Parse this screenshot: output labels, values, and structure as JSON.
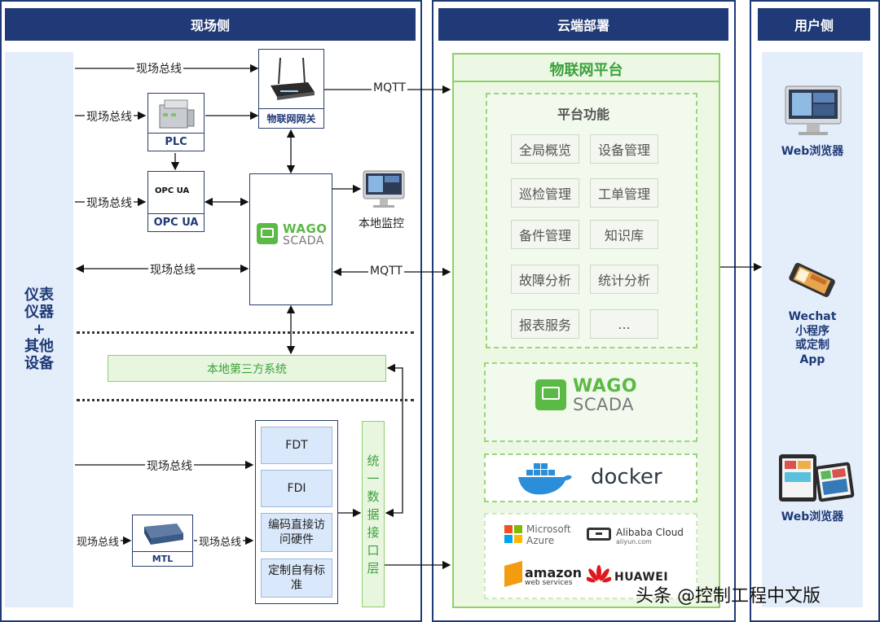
{
  "columns": {
    "field": "现场侧",
    "cloud": "云端部署",
    "user": "用户侧"
  },
  "field": {
    "instruments_label": [
      "仪表",
      "仪器",
      "+",
      "其他",
      "设备"
    ],
    "fieldbus": "现场总线",
    "gateway_label": "物联网网关",
    "plc_label": "PLC",
    "opcua_label": "OPC UA",
    "opcua_logo": "OPC UA",
    "wago_brand": "WAGO",
    "scada_text": "SCADA",
    "local_monitor": "本地监控",
    "mqtt": "MQTT",
    "third_party": "本地第三方系统",
    "mtl_label": "MTL",
    "interface_layer": [
      "统",
      "一",
      "数",
      "据",
      "接",
      "口",
      "层"
    ],
    "interface_items": [
      "FDT",
      "FDI",
      "编码直接访问硬件",
      "定制自有标准"
    ]
  },
  "cloud": {
    "platform_title": "物联网平台",
    "functions_title": "平台功能",
    "functions": [
      "全局概览",
      "设备管理",
      "巡检管理",
      "工单管理",
      "备件管理",
      "知识库",
      "故障分析",
      "统计分析",
      "报表服务",
      "..."
    ],
    "wago_brand": "WAGO",
    "scada_text": "SCADA",
    "docker_text": "docker",
    "vendors": {
      "microsoft": [
        "Microsoft",
        "Azure"
      ],
      "alibaba": [
        "Alibaba Cloud",
        "aliyun.com"
      ],
      "amazon": [
        "amazon",
        "web services"
      ],
      "huawei": "HUAWEI"
    }
  },
  "user": {
    "web_browser_1": "Web浏览器",
    "wechat_app": [
      "Wechat",
      "小程序",
      "或定制",
      "App"
    ],
    "web_browser_2": "Web浏览器"
  },
  "watermark": "头条 @控制工程中文版",
  "colors": {
    "navy": "#1f3a77",
    "green_border": "#8fd06a",
    "green_text": "#3aa23a",
    "light_blue": "#e4eefb"
  }
}
